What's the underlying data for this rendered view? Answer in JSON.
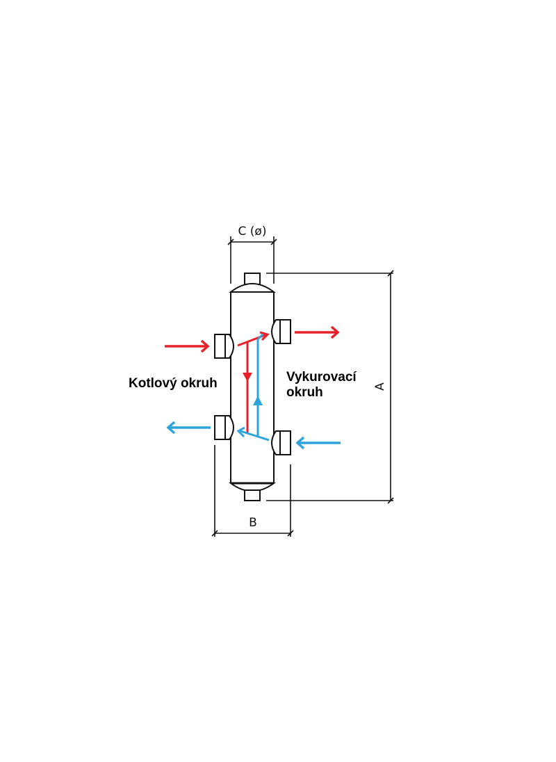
{
  "labels": {
    "dim_c": "C (ø)",
    "dim_b": "B",
    "dim_a": "A",
    "boiler_circuit": "Kotlový okruh",
    "heating_circuit_line1": "Vykurovací",
    "heating_circuit_line2": "okruh"
  },
  "colors": {
    "hot": "#e8202a",
    "cold": "#2fa3dc",
    "outline": "#111111",
    "background": "#ffffff"
  }
}
